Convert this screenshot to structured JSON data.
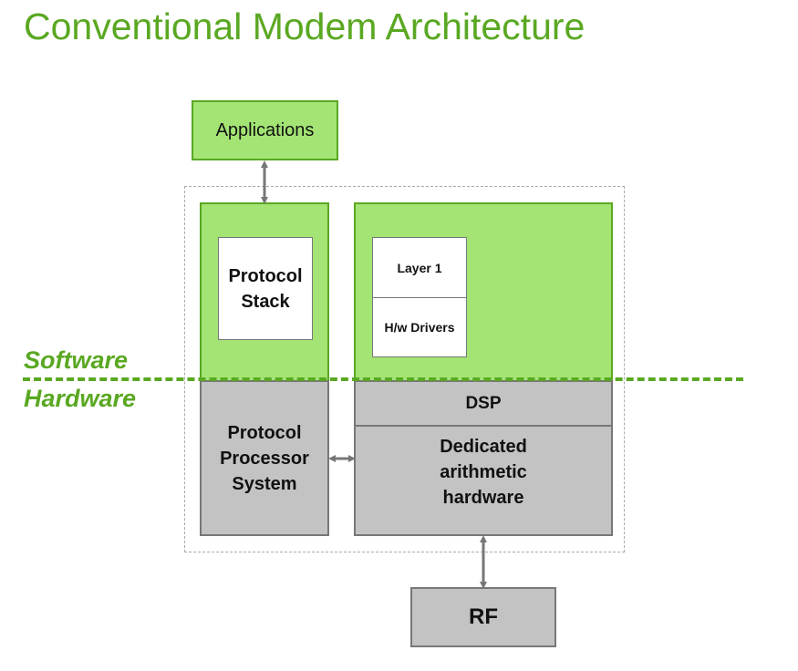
{
  "title": "Conventional Modem Architecture",
  "labels": {
    "software": "Software",
    "hardware": "Hardware"
  },
  "boxes": {
    "applications": "Applications",
    "protocol_stack_line1": "Protocol",
    "protocol_stack_line2": "Stack",
    "layer1": "Layer 1",
    "hw_drivers": "H/w Drivers",
    "dsp": "DSP",
    "protocol_processor_line1": "Protocol",
    "protocol_processor_line2": "Processor",
    "protocol_processor_line3": "System",
    "dedicated_line1": "Dedicated",
    "dedicated_line2": "arithmetic",
    "dedicated_line3": "hardware",
    "rf": "RF"
  },
  "colors": {
    "accent_green": "#5aa822",
    "software_fill": "#a3e474",
    "hardware_fill": "#c3c3c3",
    "arrow": "#777777"
  }
}
